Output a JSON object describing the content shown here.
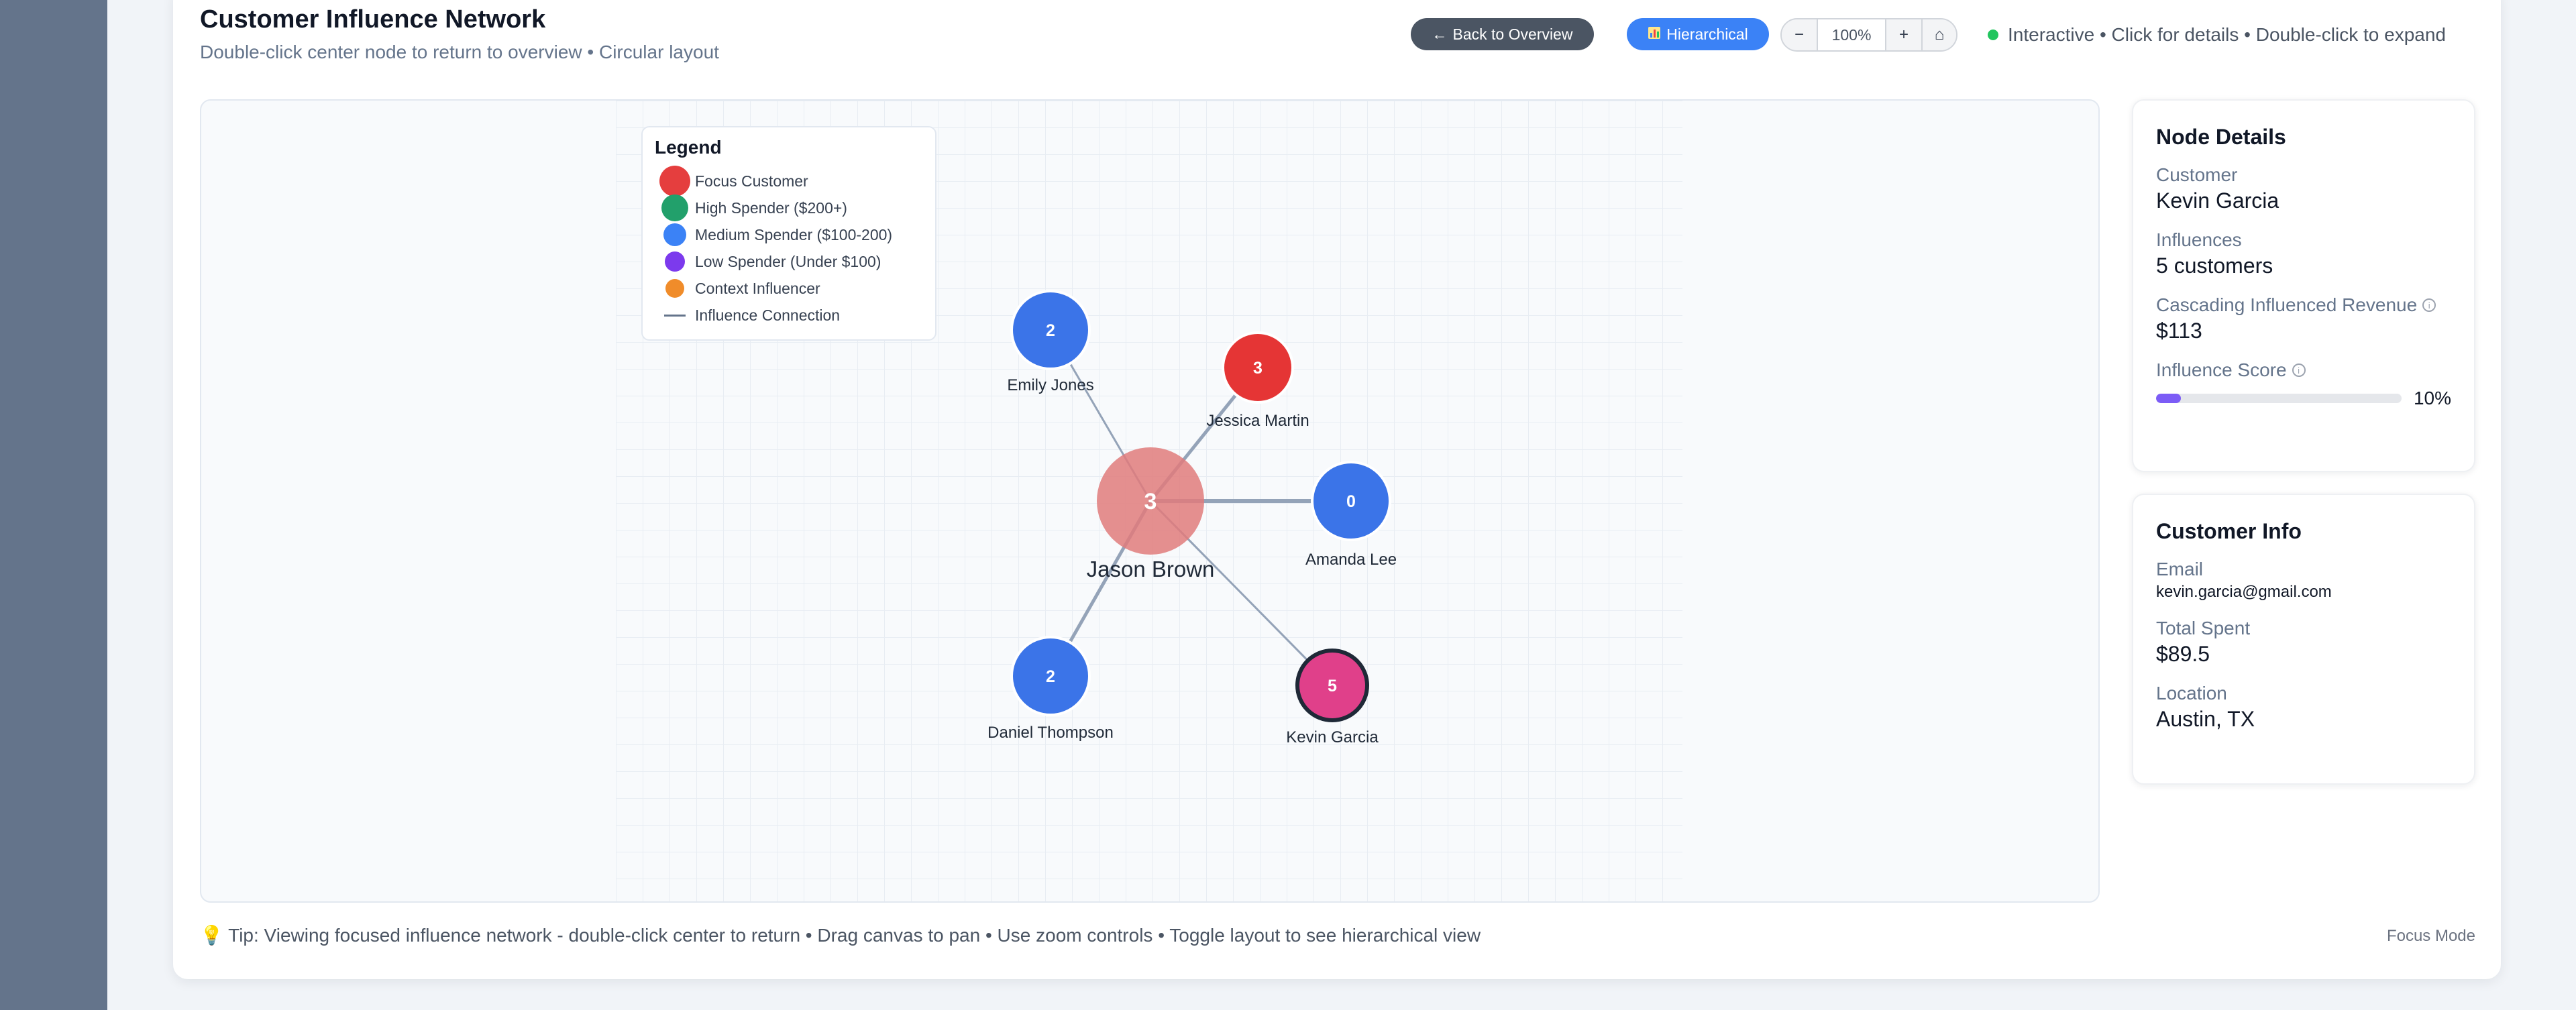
{
  "header": {
    "title": "Customer Influence Network",
    "subtitle": "Double-click center node to return to overview • Circular layout"
  },
  "toolbar": {
    "back_label": "Back to Overview",
    "layout_label": "Hierarchical",
    "zoom_minus": "−",
    "zoom_level": "100%",
    "zoom_plus": "+",
    "zoom_home": "⌂",
    "status": "Interactive • Click for details • Double-click to expand"
  },
  "legend": {
    "title": "Legend",
    "items": [
      {
        "label": "Focus Customer",
        "color": "#e53e3e"
      },
      {
        "label": "High Spender ($200+)",
        "color": "#22a06b"
      },
      {
        "label": "Medium Spender ($100-200)",
        "color": "#3b82f6"
      },
      {
        "label": "Low Spender (Under $100)",
        "color": "#7c3aed"
      },
      {
        "label": "Context Influencer",
        "color": "#f59e0b"
      },
      {
        "label": "Influence Connection",
        "color": "#64748b"
      }
    ]
  },
  "network": {
    "center": {
      "name": "Jason Brown",
      "count": "3",
      "color": "#e07b7b"
    },
    "nodes": [
      {
        "name": "Emily Jones",
        "count": "2",
        "color": "#3b74e8"
      },
      {
        "name": "Jessica Martin",
        "count": "3",
        "color": "#e53535"
      },
      {
        "name": "Amanda Lee",
        "count": "0",
        "color": "#3b74e8"
      },
      {
        "name": "Daniel Thompson",
        "count": "2",
        "color": "#3b74e8"
      },
      {
        "name": "Kevin Garcia",
        "count": "5",
        "color": "#e0408a",
        "selected": true
      }
    ]
  },
  "node_details": {
    "title": "Node Details",
    "customer_label": "Customer",
    "customer": "Kevin Garcia",
    "influences_label": "Influences",
    "influences": "5 customers",
    "revenue_label": "Cascading Influenced Revenue",
    "revenue": "$113",
    "score_label": "Influence Score",
    "score_pct": "10%",
    "score_value": 0.1
  },
  "customer_info": {
    "title": "Customer Info",
    "email_label": "Email",
    "email": "kevin.garcia@gmail.com",
    "spent_label": "Total Spent",
    "spent": "$89.5",
    "location_label": "Location",
    "location": "Austin, TX"
  },
  "footer": {
    "tip": "💡 Tip: Viewing focused influence network - double-click center to return • Drag canvas to pan • Use zoom controls • Toggle layout to see hierarchical view",
    "mode": "Focus Mode"
  }
}
